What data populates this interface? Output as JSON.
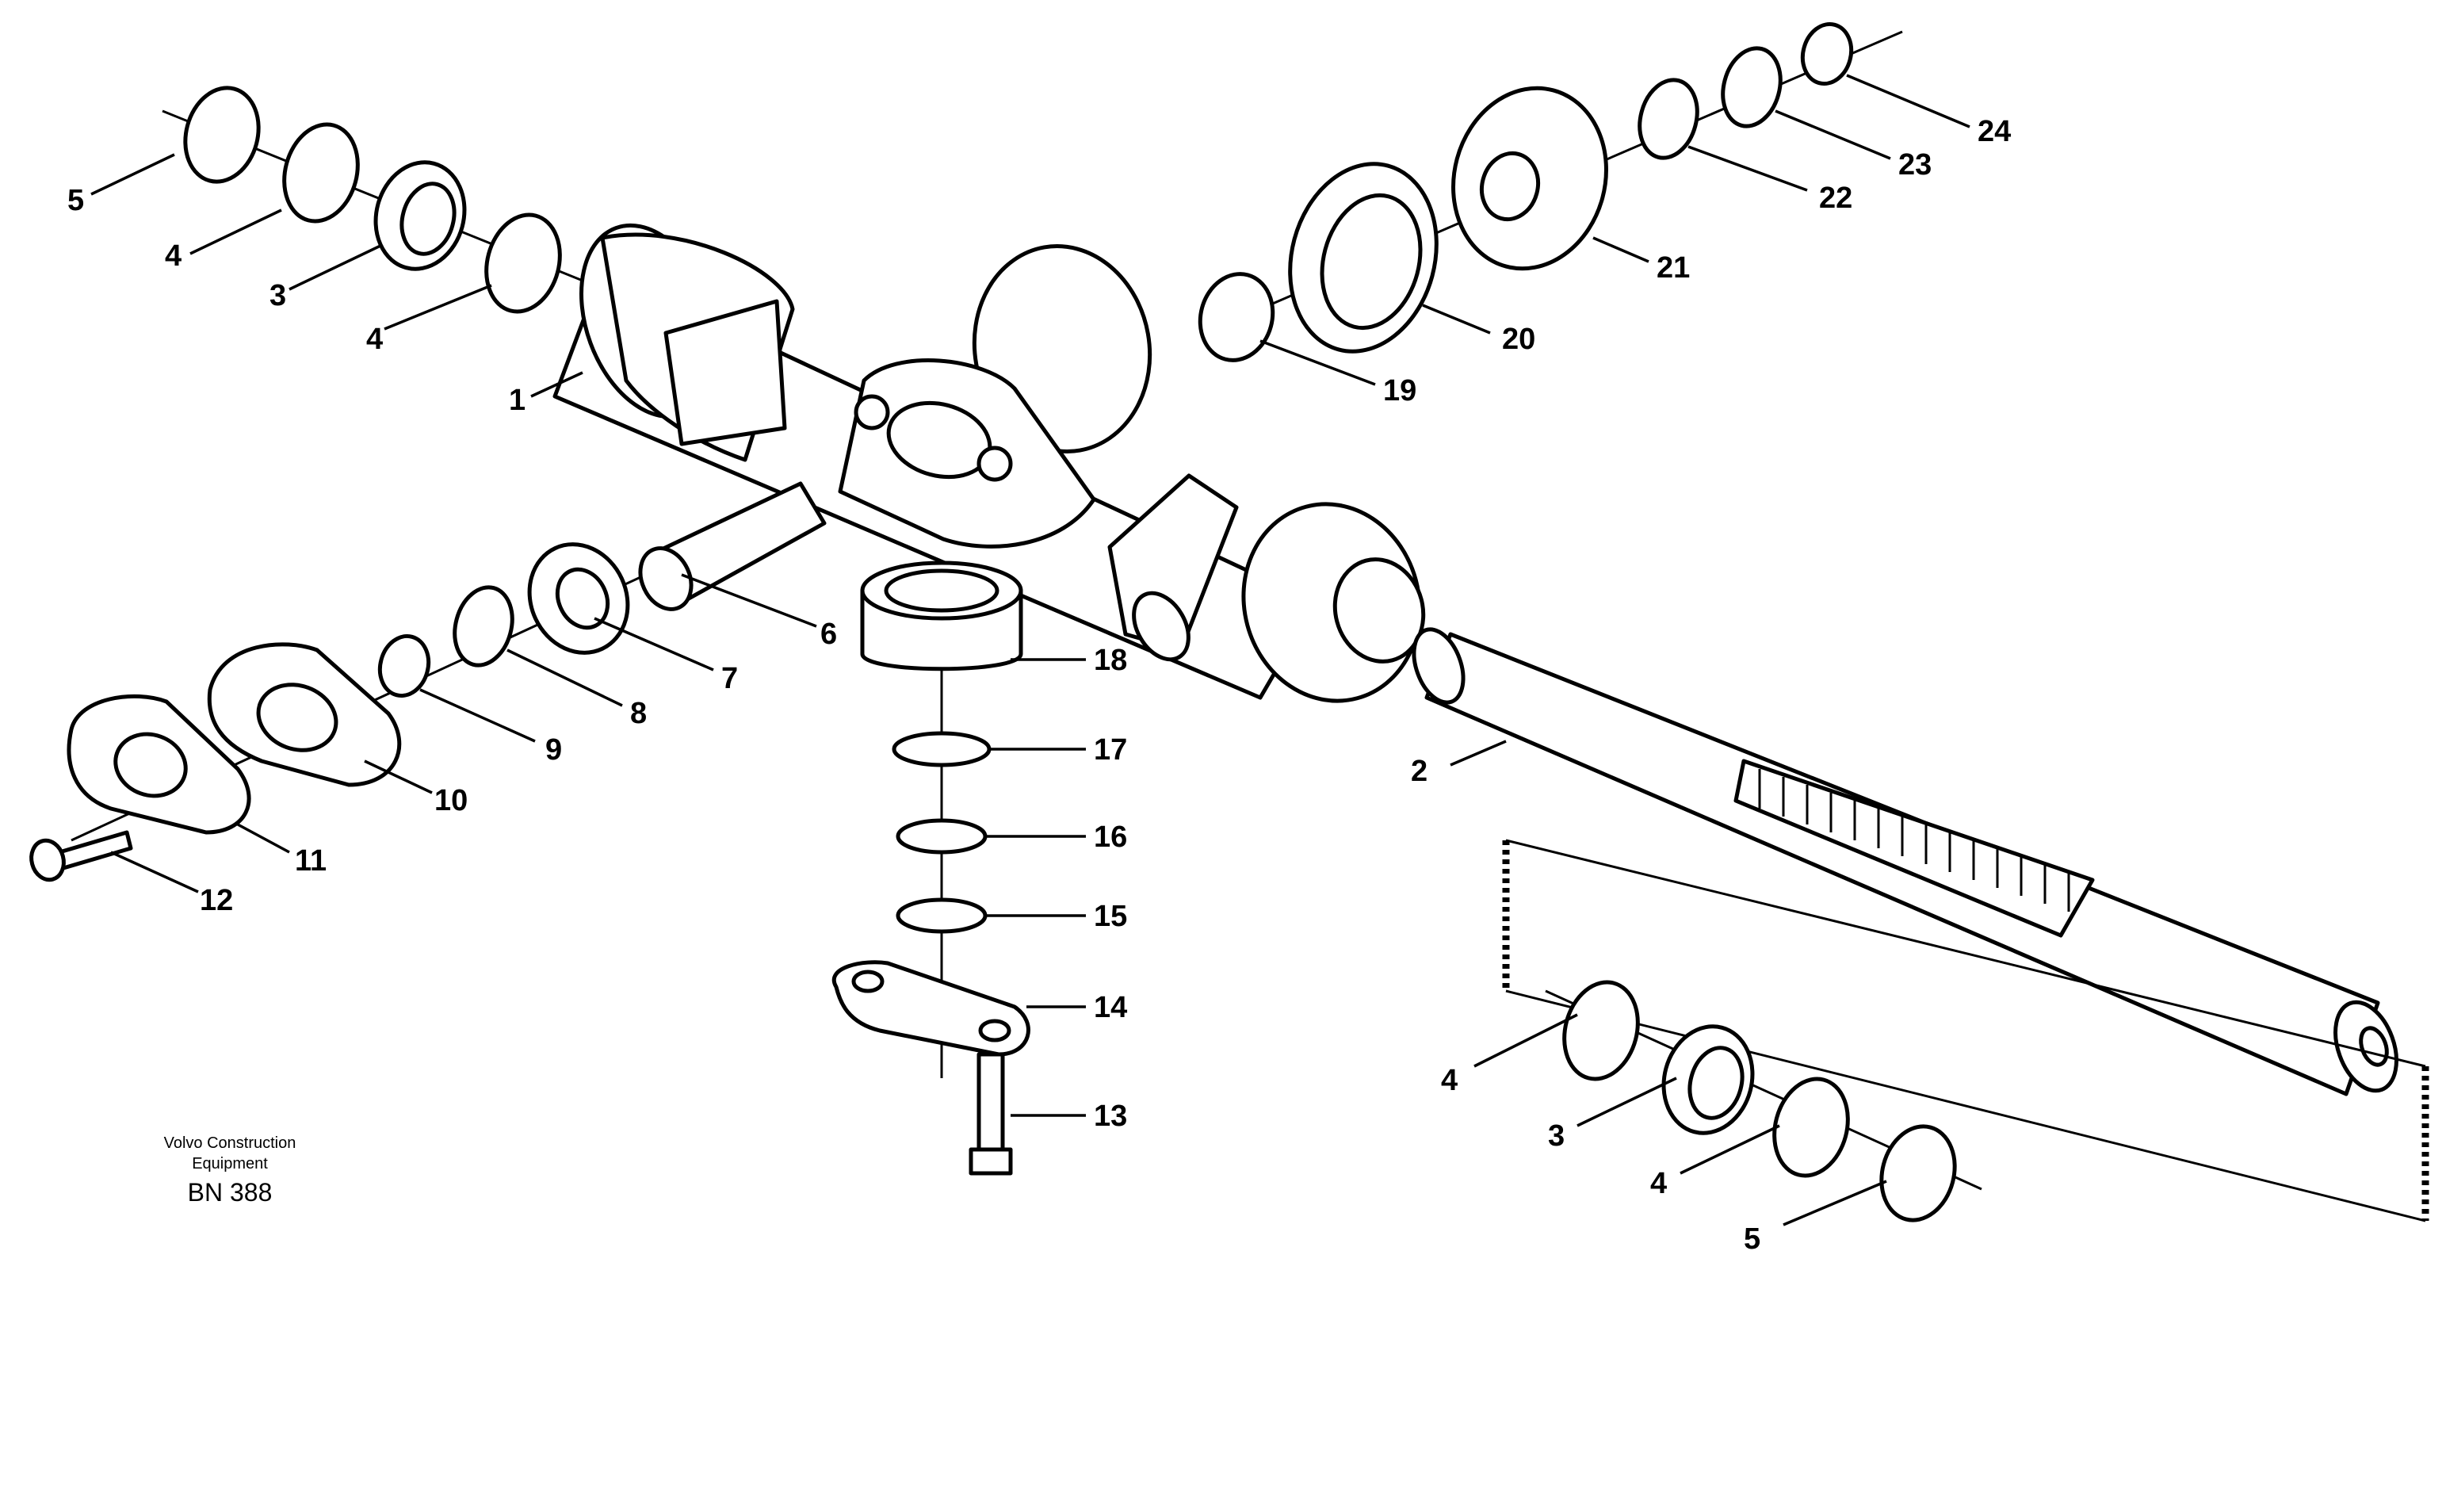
{
  "maker": {
    "line1": "Volvo Construction",
    "line2": "Equipment",
    "code": "BN 388"
  },
  "callouts": [
    {
      "id": "c1",
      "text": "1"
    },
    {
      "id": "c2",
      "text": "2"
    },
    {
      "id": "c3a",
      "text": "3"
    },
    {
      "id": "c3b",
      "text": "3"
    },
    {
      "id": "c4a",
      "text": "4"
    },
    {
      "id": "c4b",
      "text": "4"
    },
    {
      "id": "c4c",
      "text": "4"
    },
    {
      "id": "c4d",
      "text": "4"
    },
    {
      "id": "c5a",
      "text": "5"
    },
    {
      "id": "c5b",
      "text": "5"
    },
    {
      "id": "c6",
      "text": "6"
    },
    {
      "id": "c7",
      "text": "7"
    },
    {
      "id": "c8",
      "text": "8"
    },
    {
      "id": "c9",
      "text": "9"
    },
    {
      "id": "c10",
      "text": "10"
    },
    {
      "id": "c11",
      "text": "11"
    },
    {
      "id": "c12",
      "text": "12"
    },
    {
      "id": "c13",
      "text": "13"
    },
    {
      "id": "c14",
      "text": "14"
    },
    {
      "id": "c15",
      "text": "15"
    },
    {
      "id": "c16",
      "text": "16"
    },
    {
      "id": "c17",
      "text": "17"
    },
    {
      "id": "c18",
      "text": "18"
    },
    {
      "id": "c19",
      "text": "19"
    },
    {
      "id": "c20",
      "text": "20"
    },
    {
      "id": "c21",
      "text": "21"
    },
    {
      "id": "c22",
      "text": "22"
    },
    {
      "id": "c23",
      "text": "23"
    },
    {
      "id": "c24",
      "text": "24"
    }
  ]
}
